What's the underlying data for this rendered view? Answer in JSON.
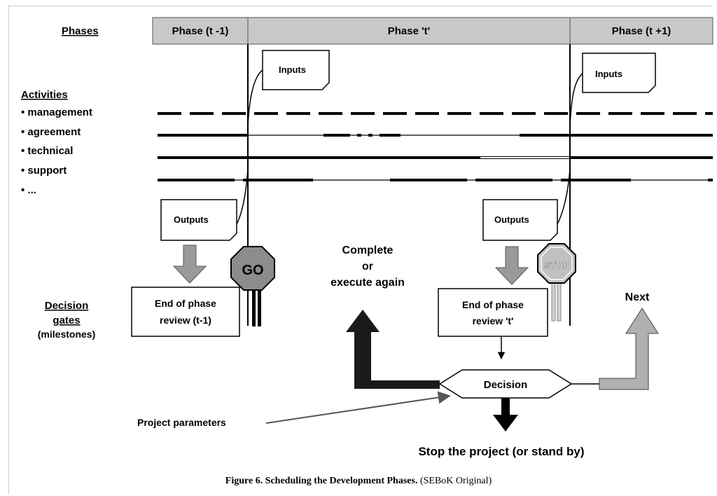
{
  "phases": {
    "heading": "Phases",
    "items": [
      "Phase (t -1)",
      "Phase 't'",
      "Phase (t +1)"
    ]
  },
  "activities": {
    "heading": "Activities",
    "items": [
      "• management",
      "• agreement",
      "• technical",
      "• support",
      "• ..."
    ]
  },
  "decision_gates": {
    "heading_line1": "Decision",
    "heading_line2": "gates",
    "heading_line3": "(milestones)"
  },
  "boxes": {
    "inputs": "Inputs",
    "outputs": "Outputs",
    "review_prev_line1": "End of phase",
    "review_prev_line2": "review (t-1)",
    "review_curr_line1": "End of phase",
    "review_curr_line2": "review 't'",
    "decision": "Decision"
  },
  "signs": {
    "go": "GO",
    "stop": "STOP"
  },
  "outcomes": {
    "complete_line1": "Complete",
    "complete_line2": "or",
    "complete_line3": "execute again",
    "next": "Next",
    "stop": "Stop the project (or stand by)",
    "project_parameters": "Project parameters"
  },
  "caption": {
    "bold": "Figure 6. Scheduling the Development Phases.",
    "rest": " (SEBoK Original)"
  },
  "colors": {
    "phase_bar": "#c8c8c8",
    "arrow_gray": "#9a9a9a",
    "sign_gray": "#8c8c8c"
  }
}
